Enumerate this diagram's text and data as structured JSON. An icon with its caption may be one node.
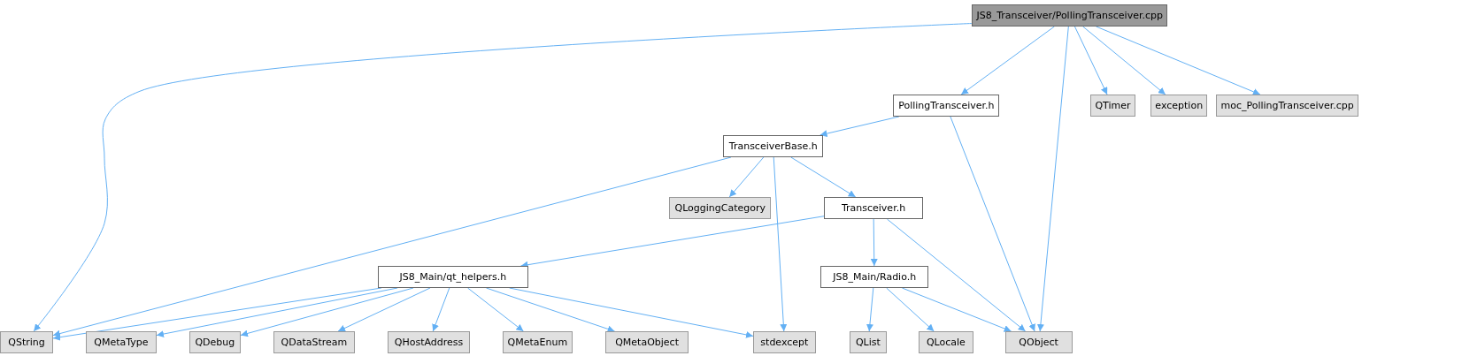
{
  "diagram": {
    "nodes": [
      {
        "text": [
          "JS8_Transceiver/PollingTransceiver.cpp"
        ]
      },
      {
        "text": [
          "PollingTransceiver.h"
        ]
      },
      {
        "text": [
          "QTimer"
        ]
      },
      {
        "text": [
          "exception"
        ]
      },
      {
        "text": [
          "moc_PollingTransceiver.cpp"
        ]
      },
      {
        "text": [
          "TransceiverBase.h"
        ]
      },
      {
        "text": [
          "QLoggingCategory"
        ]
      },
      {
        "text": [
          "Transceiver.h"
        ]
      },
      {
        "text": [
          "JS8_Main/qt_helpers.h"
        ]
      },
      {
        "text": [
          "JS8_Main/Radio.h"
        ]
      },
      {
        "text": [
          "QString"
        ]
      },
      {
        "text": [
          "QMetaType"
        ]
      },
      {
        "text": [
          "QDebug"
        ]
      },
      {
        "text": [
          "QDataStream"
        ]
      },
      {
        "text": [
          "QHostAddress"
        ]
      },
      {
        "text": [
          "QMetaEnum"
        ]
      },
      {
        "text": [
          "QMetaObject"
        ]
      },
      {
        "text": [
          "stdexcept"
        ]
      },
      {
        "text": [
          "QList"
        ]
      },
      {
        "text": [
          "QLocale"
        ]
      },
      {
        "text": [
          "QObject"
        ]
      }
    ],
    "edges": [
      {
        "from": 0,
        "to": 10,
        "arrow": "to"
      },
      {
        "from": 0,
        "to": 1,
        "arrow": "to"
      },
      {
        "from": 0,
        "to": 20,
        "arrow": "to"
      },
      {
        "from": 0,
        "to": 2,
        "arrow": "to"
      },
      {
        "from": 0,
        "to": 3,
        "arrow": "to"
      },
      {
        "from": 0,
        "to": 4,
        "arrow": "to"
      },
      {
        "from": 1,
        "to": 5,
        "arrow": "to"
      },
      {
        "from": 1,
        "to": 20,
        "arrow": "to"
      },
      {
        "from": 5,
        "to": 10,
        "arrow": "to"
      },
      {
        "from": 5,
        "to": 6,
        "arrow": "to"
      },
      {
        "from": 5,
        "to": 17,
        "arrow": "to"
      },
      {
        "from": 5,
        "to": 7,
        "arrow": "to"
      },
      {
        "from": 7,
        "to": 8,
        "arrow": "to"
      },
      {
        "from": 7,
        "to": 9,
        "arrow": "to"
      },
      {
        "from": 7,
        "to": 20,
        "arrow": "to"
      },
      {
        "from": 8,
        "to": 10,
        "arrow": "to"
      },
      {
        "from": 8,
        "to": 11,
        "arrow": "to"
      },
      {
        "from": 8,
        "to": 12,
        "arrow": "to"
      },
      {
        "from": 8,
        "to": 13,
        "arrow": "to"
      },
      {
        "from": 8,
        "to": 14,
        "arrow": "to"
      },
      {
        "from": 8,
        "to": 15,
        "arrow": "to"
      },
      {
        "from": 8,
        "to": 16,
        "arrow": "to"
      },
      {
        "from": 8,
        "to": 17,
        "arrow": "to"
      },
      {
        "from": 9,
        "to": 18,
        "arrow": "to"
      },
      {
        "from": 9,
        "to": 19,
        "arrow": "to"
      },
      {
        "from": 9,
        "to": 20,
        "arrow": "to"
      }
    ]
  }
}
